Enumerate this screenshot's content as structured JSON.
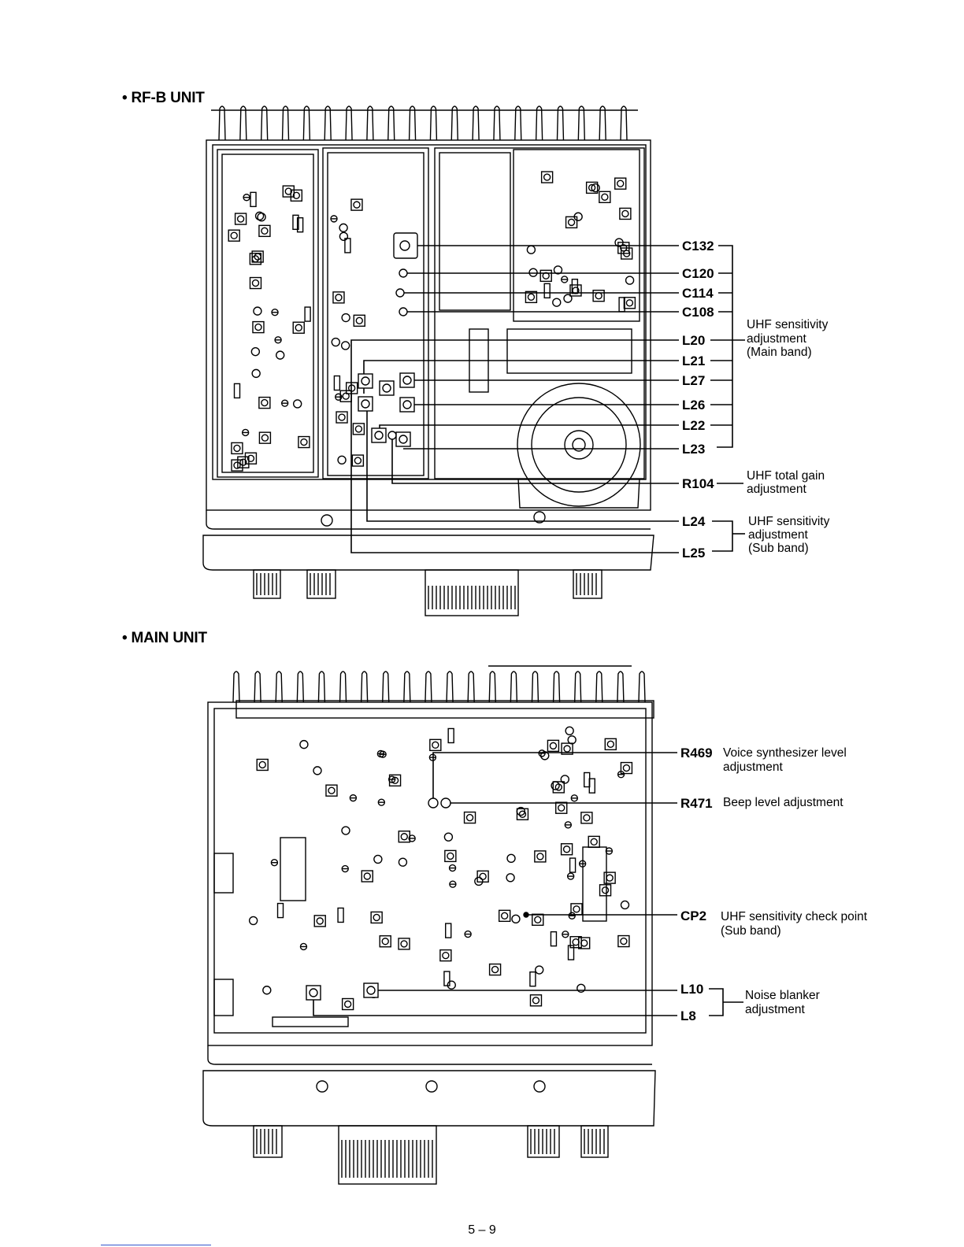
{
  "sections": [
    {
      "title": "• RF-B UNIT",
      "callouts": [
        {
          "label": "C132"
        },
        {
          "label": "C120"
        },
        {
          "label": "C114"
        },
        {
          "label": "C108"
        },
        {
          "label": "L20"
        },
        {
          "label": "L21"
        },
        {
          "label": "L27"
        },
        {
          "label": "L26"
        },
        {
          "label": "L22"
        },
        {
          "label": "L23"
        },
        {
          "label": "R104"
        },
        {
          "label": "L24"
        },
        {
          "label": "L25"
        }
      ],
      "notes": [
        {
          "lines": [
            "UHF sensitivity",
            "adjustment",
            "(Main band)"
          ]
        },
        {
          "lines": [
            "UHF total gain",
            "adjustment"
          ]
        },
        {
          "lines": [
            "UHF sensitivity",
            "adjustment",
            "(Sub band)"
          ]
        }
      ]
    },
    {
      "title": "• MAIN UNIT",
      "callouts": [
        {
          "label": "R469",
          "desc": [
            "Voice synthesizer level",
            "adjustment"
          ]
        },
        {
          "label": "R471",
          "desc": [
            "Beep level adjustment"
          ]
        },
        {
          "label": "CP2",
          "desc": [
            "UHF sensitivity check point",
            "(Sub band)"
          ]
        },
        {
          "label": "L10"
        },
        {
          "label": "L8"
        }
      ],
      "notes": [
        {
          "lines": [
            "Noise blanker",
            "adjustment"
          ]
        }
      ]
    }
  ],
  "page_number": "5 – 9"
}
